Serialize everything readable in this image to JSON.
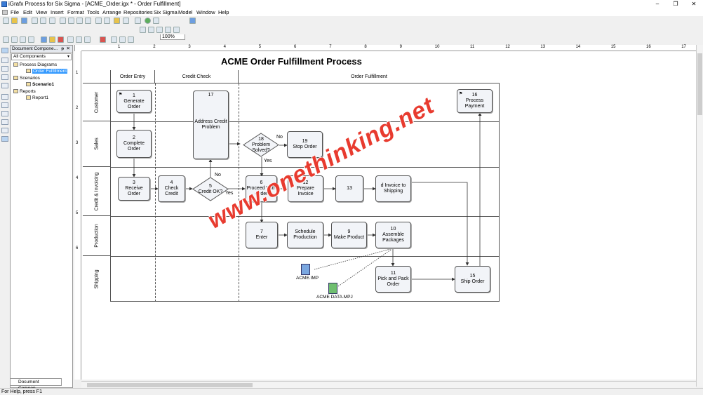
{
  "window": {
    "title": "iGrafx Process for Six Sigma - [ACME_Order.igx * - Order Fulfillment]",
    "controls": [
      "–",
      "❐",
      "✕"
    ]
  },
  "menu": [
    "File",
    "Edit",
    "View",
    "Insert",
    "Format",
    "Tools",
    "Arrange",
    "Repositories",
    "Six Sigma",
    "Model",
    "Window",
    "Help"
  ],
  "toolbar": {
    "zoom": "100%"
  },
  "left_panel": {
    "title": "Document Compone...",
    "pin": "ᵽ",
    "close": "✕",
    "filter": "All Components",
    "tree": [
      {
        "label": "Process Diagrams",
        "indent": 0,
        "state": "expanded"
      },
      {
        "label": "Order Fulfillment",
        "indent": 1,
        "state": "selected"
      },
      {
        "label": "Scenarios",
        "indent": 0,
        "state": "expanded"
      },
      {
        "label": "Scenario1",
        "indent": 1,
        "state": "bold"
      },
      {
        "label": "Reports",
        "indent": 0,
        "state": "expanded"
      },
      {
        "label": "Report1",
        "indent": 1,
        "state": "normal"
      }
    ],
    "bottom_tab": "Document Compon..."
  },
  "rulers": {
    "h": [
      "1",
      "2",
      "3",
      "4",
      "5",
      "6",
      "7",
      "8",
      "9",
      "10",
      "11",
      "12",
      "13",
      "14",
      "15",
      "16",
      "17"
    ],
    "v": [
      "1",
      "2",
      "3",
      "4",
      "5",
      "6"
    ]
  },
  "diagram": {
    "title": "ACME Order Fulfillment Process",
    "phases": [
      "Order Entry",
      "Credit Check",
      "Order Fulfillment"
    ],
    "lanes": [
      "Customer",
      "Sales",
      "Credit & Invoicing",
      "Production",
      "Shipping"
    ],
    "tasks": [
      {
        "num": "1",
        "label": "Generate Order"
      },
      {
        "num": "2",
        "label": "Complete Order"
      },
      {
        "num": "3",
        "label": "Receive Order"
      },
      {
        "num": "4",
        "label": "Check Credit"
      },
      {
        "num": "17",
        "label": "Address Credit Problem"
      },
      {
        "num": "6",
        "label": "Proceed With Order"
      },
      {
        "num": "19",
        "label": "Stop Order"
      },
      {
        "num": "12",
        "label": "Prepare Invoice"
      },
      {
        "num": "13",
        "label": ""
      },
      {
        "num": "",
        "label": "d Invoice to Shipping"
      },
      {
        "num": "7",
        "label": "Enter"
      },
      {
        "num": "",
        "label": "Schedule Production"
      },
      {
        "num": "9",
        "label": "Make Product"
      },
      {
        "num": "10",
        "label": "Assemble Packages"
      },
      {
        "num": "11",
        "label": "Pick and Pack Order"
      },
      {
        "num": "15",
        "label": "Ship Order"
      },
      {
        "num": "16",
        "label": "Process Payment"
      }
    ],
    "decisions": [
      {
        "num": "5",
        "label": "Credit OK?"
      },
      {
        "num": "18",
        "label": "Problem Solved?"
      }
    ],
    "edge_labels": [
      "No",
      "Yes",
      "No",
      "Yes"
    ],
    "documents": [
      "ACME.IMP",
      "ACME DATA.MPJ"
    ]
  },
  "watermark": "www.onethinking.net",
  "status": "For Help, press F1",
  "colors": {
    "watermark": "#e83b2f",
    "task_fill": "#f2f4f8",
    "selection": "#3399ff"
  }
}
